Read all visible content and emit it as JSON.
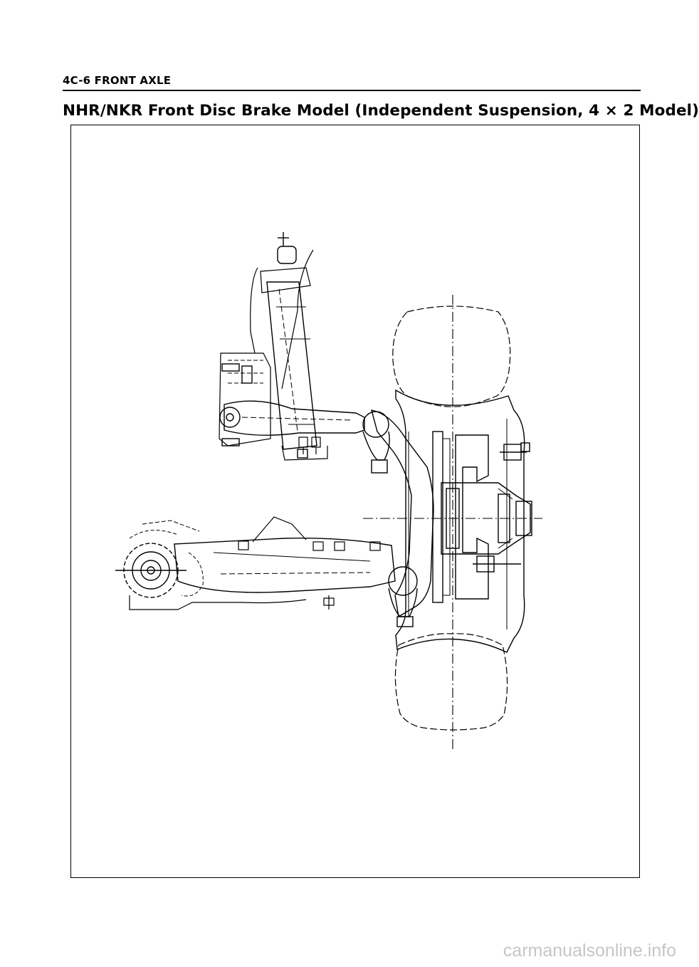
{
  "header": {
    "section": "4C-6 FRONT AXLE"
  },
  "figure": {
    "title": "NHR/NKR Front Disc Brake Model (Independent Suspension, 4 × 2 Model)"
  },
  "watermark": {
    "text": "carmanualsonline.info"
  }
}
